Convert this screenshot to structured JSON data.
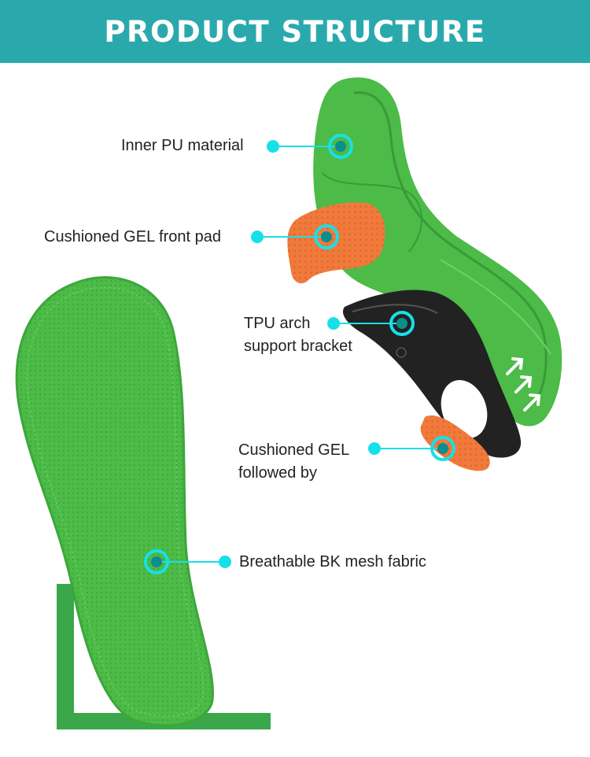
{
  "header": {
    "title": "PRODUCT STRUCTURE"
  },
  "colors": {
    "banner": "#2aa9ad",
    "insole_green": "#4cbb47",
    "gel_orange": "#f07a3c",
    "tpu_black": "#222222",
    "callout_cyan": "#17e0e8",
    "bracket_green": "#3aa84a"
  },
  "callouts": {
    "inner_pu": "Inner PU material",
    "gel_front": "Cushioned GEL front pad",
    "tpu_line1": "TPU arch",
    "tpu_line2": "support bracket",
    "gel_heel_line1": "Cushioned GEL",
    "gel_heel_line2": "followed by",
    "mesh": "Breathable BK mesh fabric"
  }
}
